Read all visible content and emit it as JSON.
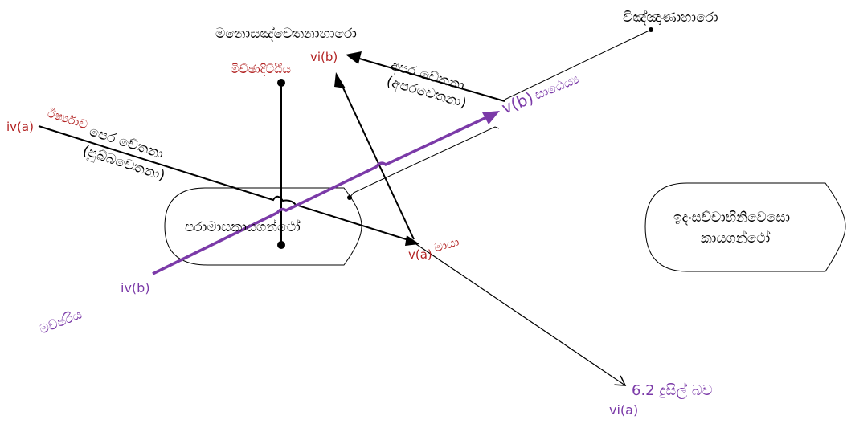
{
  "labels": {
    "vinnanahara": "විඤ්ඤාණාහාරො",
    "manosancetana": "මනොසඤ්චෙතනාහාරො",
    "miccha_ditthi": "මිච්ඡාදිට්ඨිය",
    "vi_b": "vi(b)",
    "apara_cetana_1": "අපර චේතනා",
    "apara_cetana_2": "(අපරචෙතනා)",
    "v_b_prefix": "v(b)",
    "sathaya": "සාඨෙය්‍ය",
    "iv_a": "iv(a)",
    "irshyava": "ඊර්ෂ්‍යාව",
    "pera_cetana_1": "පෙර චේතනා",
    "pera_cetana_2": "(පුබ්බචෙතනා)",
    "paramasa": "පරාමාසකායගන්ථෝ",
    "idamsacca_1": "ඉදංසච්චාභිනිවෙසො",
    "idamsacca_2": "කායගන්ථෝ",
    "v_a": "v(a)",
    "maya": "මායා",
    "iv_b": "iv(b)",
    "macchariya": "මච්ඡරිය",
    "dusil_bava": "6.2 දුසිල් බව",
    "vi_a": "vi(a)"
  },
  "colors": {
    "black": "#000000",
    "red": "#b22222",
    "purple": "#7b3aa8"
  }
}
